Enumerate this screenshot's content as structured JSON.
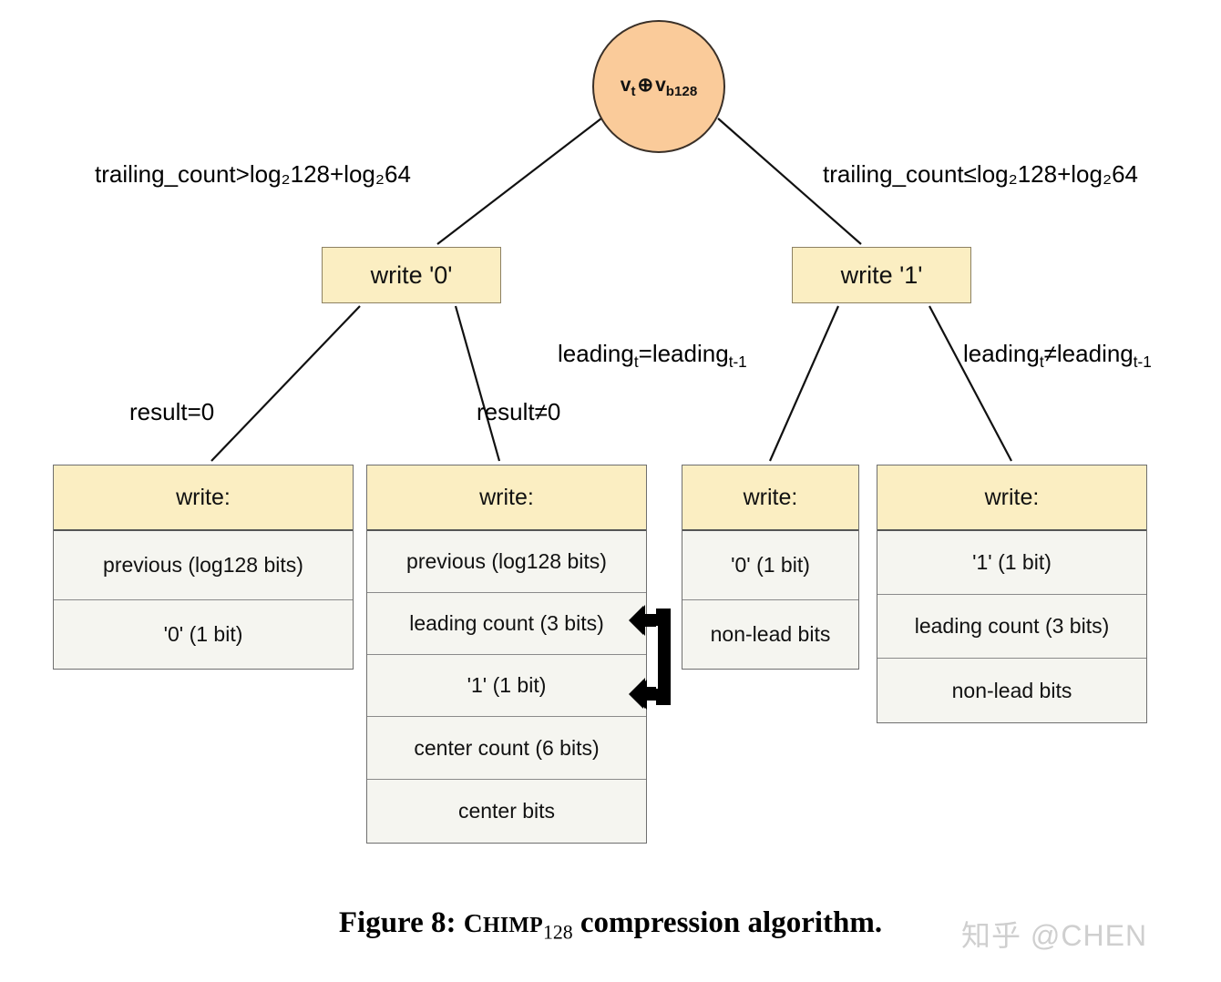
{
  "figure": {
    "caption_prefix": "Figure 8: ",
    "caption_name": "Chimp",
    "caption_sub": "128",
    "caption_suffix": " compression algorithm.",
    "watermark": "知乎 @CHEN"
  },
  "root": {
    "label_v1": "v",
    "label_v1_sub": "t",
    "operator": "⊕",
    "label_v2": "v",
    "label_v2_sub": "b128",
    "fill_color": "#facb9a",
    "stroke_color": "#3a3028"
  },
  "decisions": [
    {
      "id": "write0",
      "label": "write '0'",
      "fill_color": "#fbeec2"
    },
    {
      "id": "write1",
      "label": "write '1'",
      "fill_color": "#fbeec2"
    }
  ],
  "edge_labels": {
    "trailing_greater": "trailing_count>log₂128+log₂64",
    "trailing_less_equal": "trailing_count≤log₂128+log₂64",
    "leading_equal_pre": "leading",
    "leading_equal_sub1": "t",
    "leading_equal_mid": "=leading",
    "leading_equal_sub2": "t-1",
    "leading_notequal_mid": "≠leading",
    "result_equal": "result=0",
    "result_notequal": "result≠0"
  },
  "leaves": [
    {
      "id": "leaf-1",
      "header": "write:",
      "rows": [
        "previous (log128 bits)",
        "'0' (1 bit)"
      ]
    },
    {
      "id": "leaf-2",
      "header": "write:",
      "rows": [
        "previous (log128 bits)",
        "leading count (3 bits)",
        "'1' (1 bit)",
        "center count (6 bits)",
        "center bits"
      ]
    },
    {
      "id": "leaf-3",
      "header": "write:",
      "rows": [
        "'0' (1 bit)",
        "non-lead bits"
      ]
    },
    {
      "id": "leaf-4",
      "header": "write:",
      "rows": [
        "'1' (1 bit)",
        "leading count (3 bits)",
        "non-lead bits"
      ]
    }
  ],
  "colors": {
    "header_fill": "#fbeec2",
    "row_fill": "#f5f5f0",
    "border": "#6f6f6f",
    "root_fill": "#facb9a"
  }
}
